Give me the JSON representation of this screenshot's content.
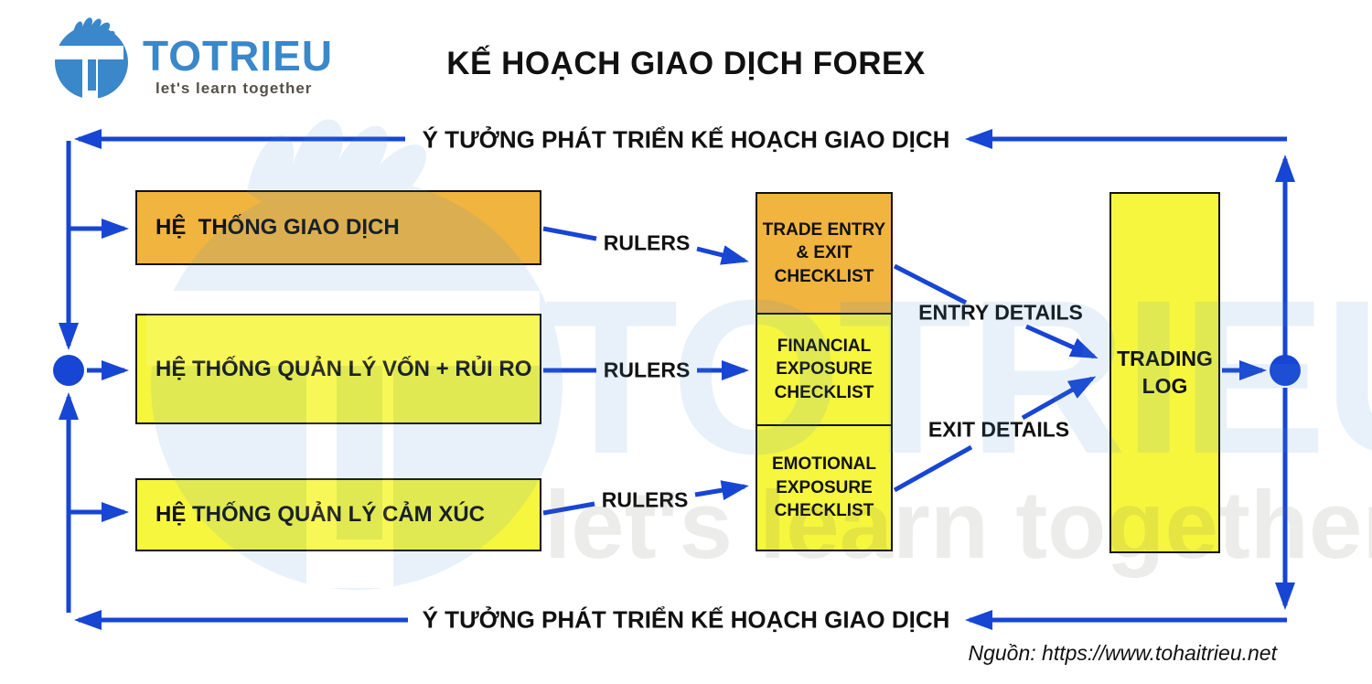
{
  "logo": {
    "brand": "TOTRIEU",
    "tagline": "let's learn together",
    "icon": "totrieu-flame-t-icon",
    "brand_color": "#3a87ca",
    "tagline_color": "#55514a"
  },
  "header": {
    "title": "KẾ HOẠCH GIAO DỊCH FOREX"
  },
  "loop": {
    "top_label": "Ý TƯỞNG PHÁT TRIỂN KẾ HOẠCH GIAO DỊCH",
    "bottom_label": "Ý TƯỞNG PHÁT TRIỂN KẾ HOẠCH GIAO DỊCH"
  },
  "systems": [
    {
      "label": "HỆ  THỐNG GIAO DỊCH",
      "color": "#f0b43f"
    },
    {
      "label": "HỆ THỐNG QUẢN LÝ VỐN + RỦI RO",
      "color": "#f6f63f"
    },
    {
      "label": "HỆ THỐNG QUẢN LÝ CẢM XÚC",
      "color": "#f6f63f"
    }
  ],
  "rulers_labels": [
    "RULERS",
    "RULERS",
    "RULERS"
  ],
  "checklists": [
    {
      "label": "TRADE ENTRY\n& EXIT\nCHECKLIST",
      "color": "#f0b43f"
    },
    {
      "label": "FINANCIAL\nEXPOSURE\nCHECKLIST",
      "color": "#f6f63f"
    },
    {
      "label": "EMOTIONAL\nEXPOSURE\nCHECKLIST",
      "color": "#f6f63f"
    }
  ],
  "details": {
    "entry": "ENTRY DETAILS",
    "exit": "EXIT DETAILS"
  },
  "trading_log": {
    "label": "TRADING\nLOG",
    "color": "#f6f63f"
  },
  "source": {
    "text": "Nguồn: https://www.tohaitrieu.net"
  },
  "watermark": {
    "brand": "TOTRIEU",
    "tagline": "let's learn together"
  },
  "colors": {
    "arrow_blue": "#1745d4",
    "node_blue": "#1745d4",
    "box_orange": "#f0b43f",
    "box_yellow": "#f6f63f",
    "border_black": "#111111",
    "logo_blue": "#3a87ca"
  }
}
